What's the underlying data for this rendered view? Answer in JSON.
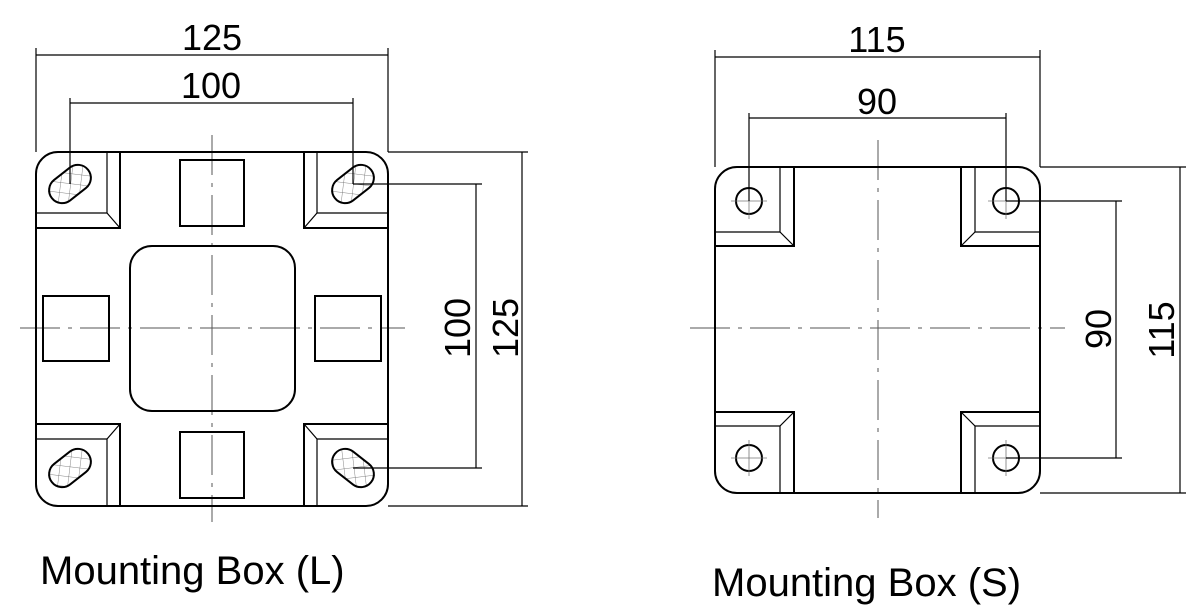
{
  "box_l": {
    "caption": "Mounting Box (L)",
    "dims": {
      "overall_width": "125",
      "hole_spacing_width": "100",
      "hole_spacing_height": "100",
      "overall_height": "125"
    }
  },
  "box_s": {
    "caption": "Mounting Box (S)",
    "dims": {
      "overall_width": "115",
      "hole_spacing_width": "90",
      "hole_spacing_height": "90",
      "overall_height": "115"
    }
  }
}
